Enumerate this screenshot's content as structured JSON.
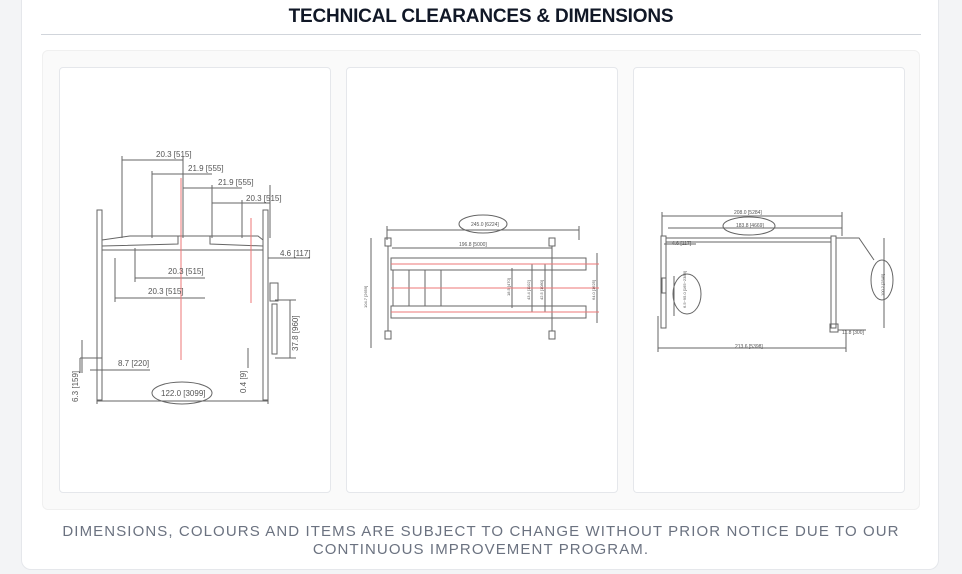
{
  "section": {
    "title": "TECHNICAL CLEARANCES & DIMENSIONS",
    "disclaimer_line1": "DIMENSIONS, COLOURS AND ITEMS ARE SUBJECT TO CHANGE WITHOUT PRIOR NOTICE DUE TO OUR",
    "disclaimer_line2": "CONTINUOUS IMPROVEMENT PROGRAM."
  },
  "drawings": {
    "front": {
      "dim_top1": "20.3 [515]",
      "dim_top2": "21.9 [555]",
      "dim_top3": "21.9 [555]",
      "dim_top4": "20.3 [515]",
      "dim_side": "4.6 [117]",
      "dim_mid1": "20.3 [515]",
      "dim_mid2": "20.3 [515]",
      "dim_height": "37.8 [960]",
      "dim_base_left": "8.7 [220]",
      "dim_foot_left": "6.3 [159]",
      "dim_foot_right": "0.4 [9]",
      "dim_width": "122.0 [3099]"
    },
    "top": {
      "dim_overall": "245.0 [6224]",
      "dim_runway": "196.8 [5000]",
      "dim_side": "104.7 [2659]",
      "dim_r1": "18.5 [470]",
      "dim_r2": "43.4 [1102]",
      "dim_r3": "42.5 [1080]",
      "dim_r4": "64.0 [1625]"
    },
    "side": {
      "dim_overall": "208.0 [5284]",
      "dim_runway": "183.8 [4669]",
      "dim_small": "4.6 [117]",
      "dim_rise": "6.5~95.0 [165~2388]",
      "dim_post": "100.2 [2545]",
      "dim_base": "11.8 [300]",
      "dim_length": "213.6 [5398]"
    }
  }
}
